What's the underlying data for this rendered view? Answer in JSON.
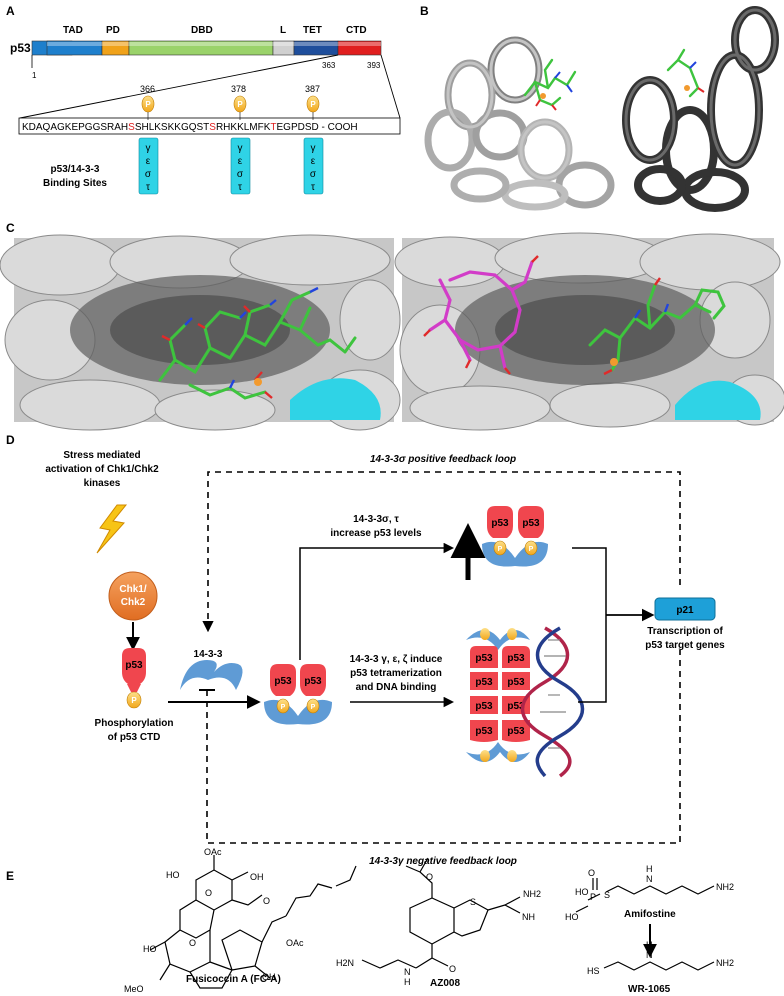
{
  "panels": {
    "a": "A",
    "b": "B",
    "c": "C",
    "d": "D",
    "e": "E"
  },
  "domain_map": {
    "protein": "p53",
    "domains": [
      {
        "label": "TAD",
        "color": "#1e7fcc"
      },
      {
        "label": "PD",
        "color": "#f0a21a"
      },
      {
        "label": "DBD",
        "color": "#9ad26a"
      },
      {
        "label": "L",
        "color": "#c8c8c8"
      },
      {
        "label": "TET",
        "color": "#1e4e9c"
      },
      {
        "label": "CTD",
        "color": "#e01e1e"
      }
    ],
    "pos_start": "1",
    "pos_363": "363",
    "pos_393": "393"
  },
  "sequence": {
    "seg1": "KDAQAGKEPGGSRAH",
    "s366": "S",
    "seg2": "SHLKSKKGQST",
    "s378": "S",
    "seg3": "RHKKLMFK",
    "t387": "T",
    "seg4": "EGPDSD - COOH",
    "sites": [
      "366",
      "378",
      "387"
    ],
    "phospho": "P",
    "isoforms": [
      "γ",
      "ε",
      "σ",
      "τ"
    ],
    "binding_title_1": "p53/14-3-3",
    "binding_title_2": "Binding Sites"
  },
  "pathway": {
    "stress_1": "Stress mediated",
    "stress_2": "activation of Chk1/Chk2",
    "stress_3": "kinases",
    "chk_1": "Chk1/",
    "chk_2": "Chk2",
    "p53": "p53",
    "p": "P",
    "phos_1": "Phosphorylation",
    "phos_2": "of p53 CTD",
    "protein_1433": "14-3-3",
    "pos_loop": "14-3-3σ positive feedback loop",
    "neg_loop": "14-3-3γ negative feedback loop",
    "up_1": "14-3-3σ, τ",
    "up_2": "increase p53 levels",
    "down_1": "14-3-3 γ, ε, ζ induce",
    "down_2": "p53 tetramerization",
    "down_3": "and DNA binding",
    "p21": "p21",
    "trans_1": "Transcription of",
    "trans_2": "p53 target genes"
  },
  "compounds": {
    "fca": "Fusicoccin A (FC-A)",
    "az008": "AZ008",
    "amifostine": "Amifostine",
    "wr1065": "WR-1065",
    "atoms": {
      "oac": "OAc",
      "oh": "OH",
      "ho": "HO",
      "o": "O",
      "meo": "MeO",
      "s": "S",
      "nh2": "NH2",
      "nh": "NH",
      "h2n": "H2N",
      "n": "N",
      "h": "H",
      "p": "P",
      "hs": "HS"
    }
  },
  "colors": {
    "p53_red": "#f0464e",
    "phospho_orange": "#f2a71b",
    "cyan": "#2fd3e6",
    "chk_orange": "#ec8233",
    "blue_1433": "#5f9bd5",
    "p21_blue": "#1ea0d8",
    "carbon_green": "#3ec43e",
    "magenta": "#d23cc8",
    "surface_grey": "#b4b4b4"
  }
}
